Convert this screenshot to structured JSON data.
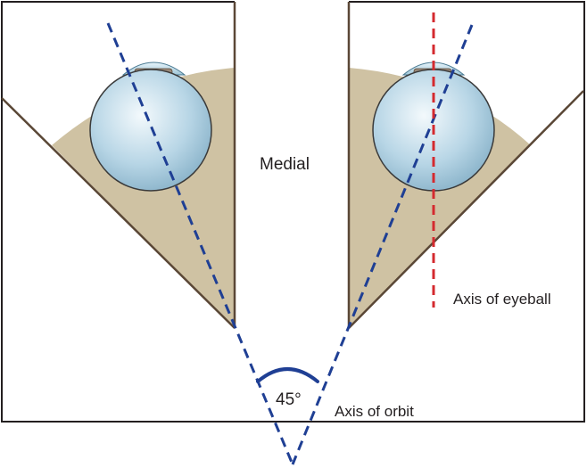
{
  "labels": {
    "medial": "Medial",
    "axis_of_eyeball": "Axis of eyeball",
    "axis_of_orbit": "Axis of orbit",
    "angle": "45°"
  },
  "colors": {
    "orbit_fill": "#cfc2a3",
    "orbit_wall": "#5a4736",
    "frame": "#231f20",
    "orbit_axis": "#1f3f94",
    "eyeball_axis": "#d42a2f",
    "globe_light": "#e6f2f8",
    "globe_dark": "#8eb8ce"
  }
}
